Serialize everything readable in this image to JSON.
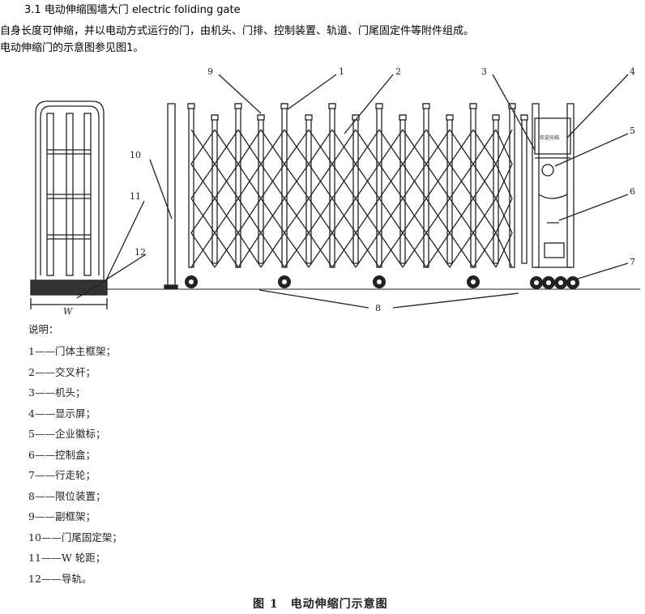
{
  "heading": "3.1 电动伸缩围墙大门 electric foliding gate",
  "definition": "自身长度可伸缩，并以电动方式运行的门，由机头、门排、控制装置、轨道、门尾固定件等附件组成。",
  "reference": "电动伸缩门的示意图参见图1。",
  "figure": {
    "callouts": {
      "c1": "1",
      "c2": "2",
      "c3": "3",
      "c4": "4",
      "c5": "5",
      "c6": "6",
      "c7": "7",
      "c8": "8",
      "c9": "9",
      "c10": "10",
      "c11": "11",
      "c12": "12",
      "w": "W"
    },
    "display_text": "欢迎光临",
    "legend_title": "说明：",
    "legend": [
      "1——门体主框架；",
      "2——交叉杆；",
      "3——机头；",
      "4——显示屏；",
      "5——企业徽标；",
      "6——控制盒；",
      "7——行走轮；",
      "8——限位装置；",
      "9——副框架；",
      "10——门尾固定架；",
      "11——W 轮距；",
      "12——导轨。"
    ],
    "caption": "图 1　电动伸缩门示意图"
  }
}
